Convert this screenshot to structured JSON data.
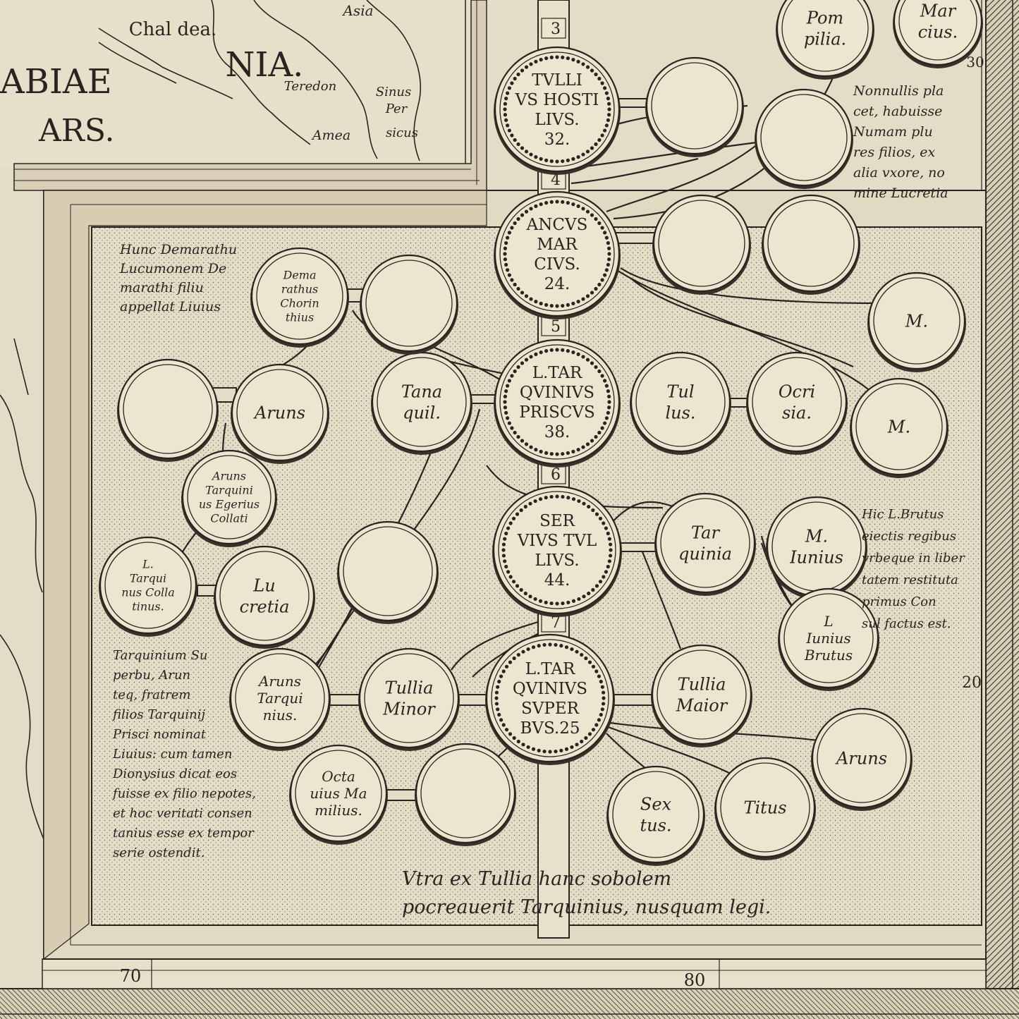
{
  "map_fragment": {
    "place_chaldea": "Chal dea.",
    "place_asia": "Asia",
    "region_nia": "NIA.",
    "place_teredon": "Teredon",
    "place_amea": "Amea",
    "gulf_line1": "Sinus",
    "gulf_line2": "Per",
    "gulf_line3": "sicus",
    "arabia_line1": "ABIAE",
    "arabia_line2": "ARS."
  },
  "scale": {
    "left_70": "70",
    "bottom_80": "80",
    "right_30": "30",
    "right_20": "20"
  },
  "kings": [
    {
      "id": "tullus",
      "lines": [
        "TVLLI",
        "VS HOSTI",
        "LIVS.",
        "32."
      ]
    },
    {
      "id": "ancus",
      "lines": [
        "ANCVS",
        "MAR",
        "CIVS.",
        "24."
      ]
    },
    {
      "id": "priscus",
      "lines": [
        "L.TAR",
        "QVINIVS",
        "PRISCVS",
        "38."
      ]
    },
    {
      "id": "servius",
      "lines": [
        "SER",
        "VIVS TVL",
        "LIVS.",
        "44."
      ]
    },
    {
      "id": "superbus",
      "lines": [
        "L.TAR",
        "QVINIVS",
        "SVPER",
        "BVS.25"
      ]
    }
  ],
  "trunk_numbers": [
    "3",
    "4",
    "5",
    "6",
    "7"
  ],
  "persons": [
    {
      "id": "pompilia",
      "lines": [
        "Pom",
        "pilia."
      ]
    },
    {
      "id": "marcius",
      "lines": [
        "Mar",
        "cius."
      ]
    },
    {
      "id": "demarathus",
      "lines": [
        "Dema",
        "rathus",
        "Chorin",
        "thius"
      ]
    },
    {
      "id": "aruns1",
      "lines": [
        "Aruns"
      ]
    },
    {
      "id": "tanaquil",
      "lines": [
        "Tana",
        "quil."
      ]
    },
    {
      "id": "aruns_egerius",
      "lines": [
        "Aruns",
        "Tarquini",
        "us Egerius",
        "Collati"
      ]
    },
    {
      "id": "collatinus",
      "lines": [
        "L.",
        "Tarqui",
        "nus Colla",
        "tinus."
      ]
    },
    {
      "id": "lucretia",
      "lines": [
        "Lu",
        "cretia"
      ]
    },
    {
      "id": "tullus_f",
      "lines": [
        "Tul",
        "lus."
      ]
    },
    {
      "id": "ocrisia",
      "lines": [
        "Ocri",
        "sia."
      ]
    },
    {
      "id": "m1",
      "lines": [
        "M."
      ]
    },
    {
      "id": "m2",
      "lines": [
        "M."
      ]
    },
    {
      "id": "tarquinia",
      "lines": [
        "Tar",
        "quinia"
      ]
    },
    {
      "id": "m_iunius",
      "lines": [
        "M.",
        "Iunius"
      ]
    },
    {
      "id": "brutus",
      "lines": [
        "L",
        "Iunius",
        "Brutus"
      ]
    },
    {
      "id": "aruns_tarquinius",
      "lines": [
        "Aruns",
        "Tarqui",
        "nius."
      ]
    },
    {
      "id": "tullia_minor",
      "lines": [
        "Tullia",
        "Minor"
      ]
    },
    {
      "id": "tullia_maior",
      "lines": [
        "Tullia",
        "Maior"
      ]
    },
    {
      "id": "octavius",
      "lines": [
        "Octa",
        "uius Ma",
        "milius."
      ]
    },
    {
      "id": "sextus",
      "lines": [
        "Sex",
        "tus."
      ]
    },
    {
      "id": "titus",
      "lines": [
        "Titus"
      ]
    },
    {
      "id": "aruns3",
      "lines": [
        "Aruns"
      ]
    }
  ],
  "notes": {
    "numa": [
      "Nonnullis pla",
      "cet, habuisse",
      "Numam plu",
      "res filios, ex",
      "alia vxore, no",
      "mine Lucretia"
    ],
    "demarathus": [
      "Hunc Demarathu",
      "Lucumonem De",
      "marathi filiu",
      "appellat Liuius"
    ],
    "brutus": [
      "Hic L.Brutus",
      "eiectis regibus",
      "vrbeque in liber",
      "tatem restituta",
      "primus Con",
      "sul factus est."
    ],
    "superbus": [
      "Tarquinium Su",
      "perbu, Arun",
      "teq, fratrem",
      "filios Tarquinij",
      "Prisci nominat",
      "Liuius: cum tamen",
      "Dionysius dicat eos",
      "fuisse ex filio nepotes,",
      "et hoc veritati consen",
      "tanius esse ex tempor",
      "serie ostendit."
    ],
    "bottom": [
      "Vtra ex Tullia hanc sobolem",
      "pocreauerit Tarquinius, nusquam legi."
    ]
  },
  "colors": {
    "paper": "#e4dcc6",
    "ink": "#2a2420",
    "medallion": "#ede5d0"
  }
}
